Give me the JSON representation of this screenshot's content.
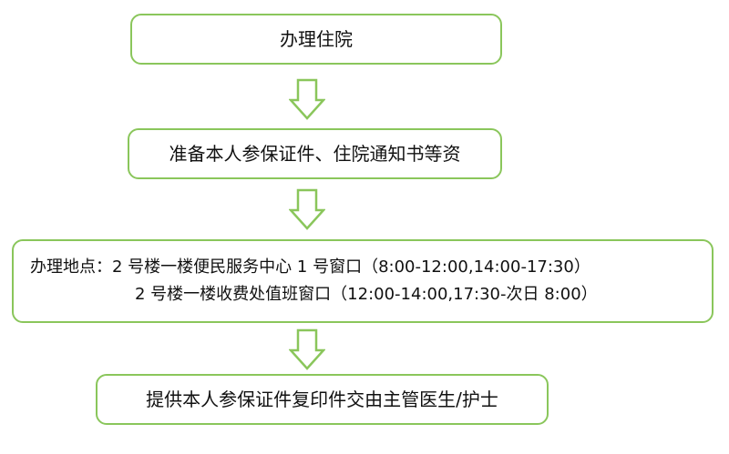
{
  "flow": {
    "step1": "办理住院",
    "step2": "准备本人参保证件、住院通知书等资",
    "step3": {
      "line1": "办理地点：2 号楼一楼便民服务中心 1 号窗口（8:00-12:00,14:00-17:30）",
      "line2": "2 号楼一楼收费处值班窗口（12:00-14:00,17:30-次日 8:00）"
    },
    "step4": "提供本人参保证件复印件交由主管医生/护士"
  },
  "colors": {
    "border": "#8ac65b",
    "arrow_stroke": "#8ac65b",
    "arrow_fill": "#ffffff",
    "text": "#111111"
  },
  "icons": {
    "connector": "down-arrow-icon"
  }
}
